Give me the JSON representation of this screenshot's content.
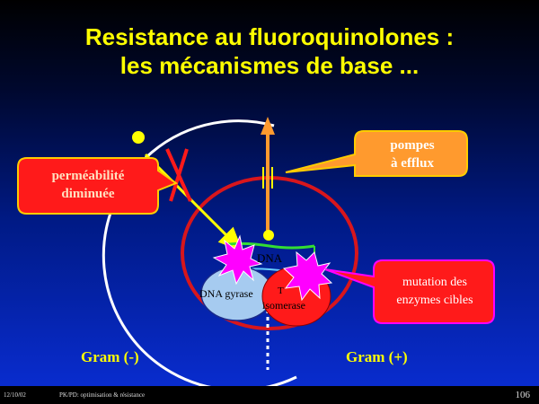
{
  "slide": {
    "title_line1": "Resistance au fluoroquinolones :",
    "title_line2": "les mécanismes de base ...",
    "callout_permeability_line1": "perméabilité",
    "callout_permeability_line2": "diminuée",
    "callout_efflux_line1": "pompes",
    "callout_efflux_line2": "à efflux",
    "callout_mutation_line1": "mutation des",
    "callout_mutation_line2": "enzymes cibles",
    "dna_label": "DNA",
    "gyrase_label": "DNA gyrase",
    "topo_label_line1": "T",
    "topo_label_line2": "isomerase",
    "gram_negative": "Gram (-)",
    "gram_positive": "Gram (+)",
    "footer_date": "12/10/02",
    "footer_course": "PK/PD: optimisation & résistance",
    "page_number": "106"
  },
  "colors": {
    "title": "#ffff00",
    "callout_orange": "#ff9a2e",
    "callout_red": "#ff1a1a",
    "callout_magenta_border": "#ff00ff",
    "inner_cell_border": "#d8161c",
    "arrow_yellow": "#ffff00",
    "gyrase_blue": "#a6cbf0",
    "topo_red": "#ff1a1a",
    "burst_magenta": "#ff00ff"
  }
}
